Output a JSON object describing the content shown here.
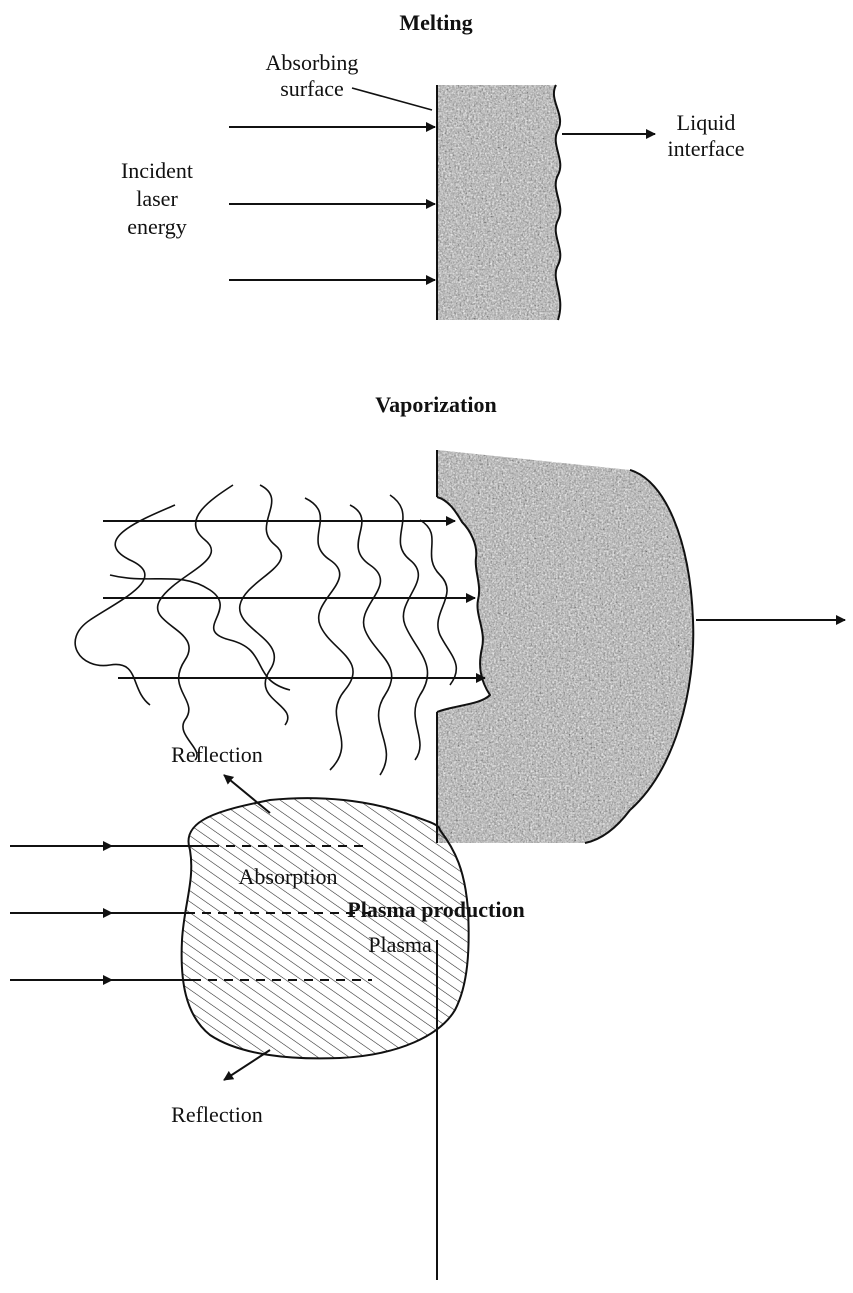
{
  "panels": {
    "melting": {
      "title": "Melting",
      "absorbing_surface": [
        "Absorbing",
        "surface"
      ],
      "incident": [
        "Incident",
        "laser",
        "energy"
      ],
      "liquid_interface": [
        "Liquid",
        "interface"
      ]
    },
    "vaporization": {
      "title": "Vaporization"
    },
    "plasma": {
      "title": "Plasma production",
      "reflection_top": "Reflection",
      "absorption": "Absorption",
      "plasma": "Plasma",
      "reflection_bottom": "Reflection"
    }
  },
  "colors": {
    "ink": "#111111",
    "grain_light": "#e2e2e2",
    "grain_dark": "#5a5a5a"
  }
}
